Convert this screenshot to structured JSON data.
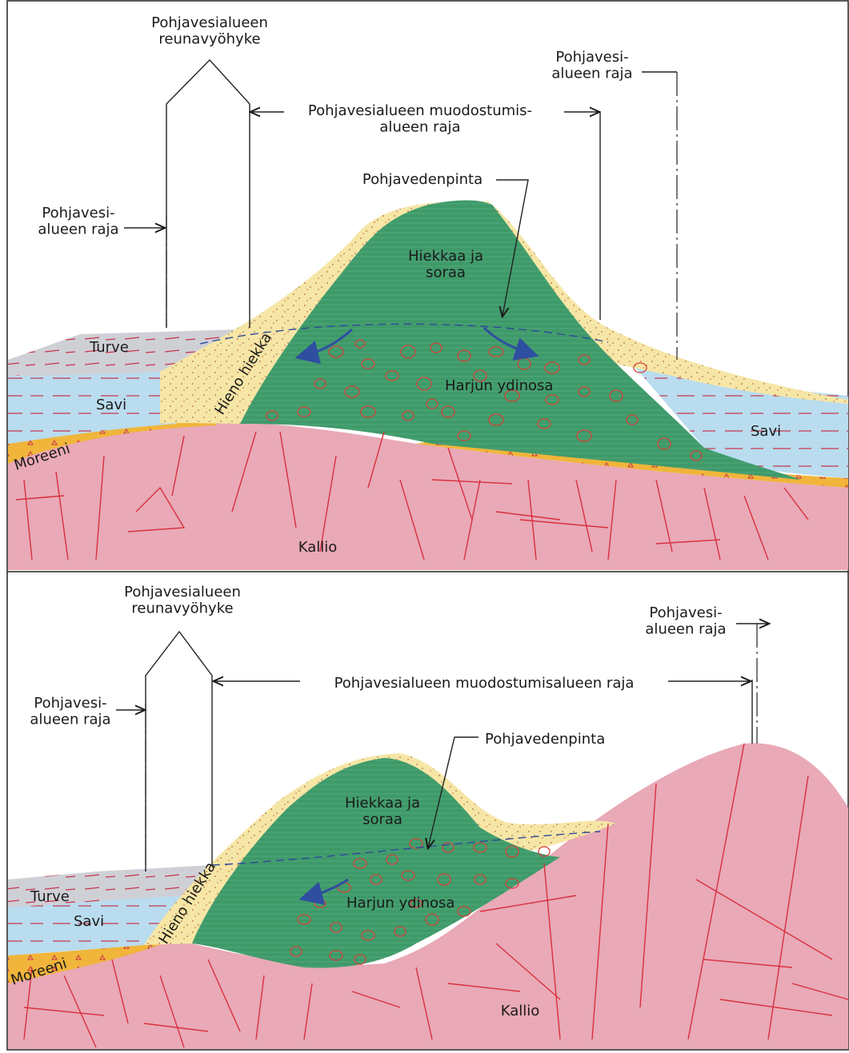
{
  "top_diagram": {
    "margin_zone": "Pohjavesialueen\nreunavyöhyke",
    "area_border_left": "Pohjavesi-\nalueen raja",
    "area_border_right": "Pohjavesi-\nalueen raja",
    "formation_border": "Pohjavesialueen muodostumis-\nalueen raja",
    "water_table": "Pohjavedenpinta",
    "sand_gravel": "Hiekkaa ja\nsoraa",
    "esker_core": "Harjun ydinosa",
    "fine_sand": "Hieno hiekka",
    "peat": "Turve",
    "clay_left": "Savi",
    "clay_right": "Savi",
    "till": "Moreeni",
    "bedrock": "Kallio"
  },
  "bottom_diagram": {
    "margin_zone": "Pohjavesialueen\nreunavyöhyke",
    "area_border_left": "Pohjavesi-\nalueen raja",
    "area_border_right": "Pohjavesi-\nalueen raja",
    "formation_border": "Pohjavesialueen muodostumisalueen raja",
    "water_table": "Pohjavedenpinta",
    "sand_gravel": "Hiekkaa ja\nsoraa",
    "esker_core": "Harjun ydinosa",
    "fine_sand": "Hieno hiekka",
    "peat": "Turve",
    "clay": "Savi",
    "till": "Moreeni",
    "bedrock": "Kallio"
  },
  "colors": {
    "bedrock": "#e9a9b6",
    "bedrock_cracks": "#d8303f",
    "till": "#f0b53a",
    "clay": "#b9dcef",
    "peat": "#cfd0d6",
    "fine_sand": "#f6e6a6",
    "esker": "#3f9a6a",
    "pebbles": "#d0443c",
    "water_table": "#2e4a9a",
    "flow_arrow": "#2e4ea0"
  }
}
